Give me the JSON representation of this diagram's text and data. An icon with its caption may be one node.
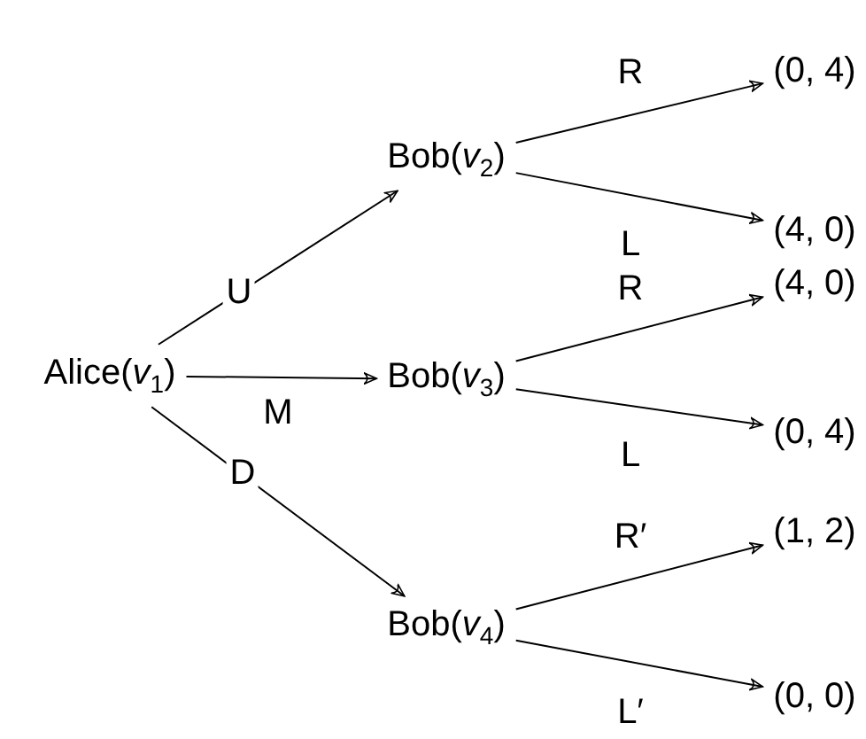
{
  "diagram": {
    "nodes": [
      {
        "text": [
          "Alice(*v*$_{1}$)"
        ]
      },
      {
        "text": [
          "Bob(*v*$_{2}$)"
        ]
      },
      {
        "text": [
          "Bob(*v*$_{3}$)"
        ]
      },
      {
        "text": [
          "Bob(*v*$_{4}$)"
        ]
      },
      {
        "text": [
          "(0, 4)"
        ]
      },
      {
        "text": [
          "(4, 0)"
        ]
      },
      {
        "text": [
          "(4, 0)"
        ]
      },
      {
        "text": [
          "(0, 4)"
        ]
      },
      {
        "text": [
          "(1, 2)"
        ]
      },
      {
        "text": [
          "(0, 0)"
        ]
      }
    ],
    "edges": [
      {
        "from": 0,
        "to": 1,
        "arrow": "to",
        "label": "U"
      },
      {
        "from": 0,
        "to": 2,
        "arrow": "to",
        "label": "M"
      },
      {
        "from": 0,
        "to": 3,
        "arrow": "to",
        "label": "D"
      },
      {
        "from": 1,
        "to": 4,
        "arrow": "to",
        "label": "R"
      },
      {
        "from": 1,
        "to": 5,
        "arrow": "to",
        "label": "L"
      },
      {
        "from": 2,
        "to": 6,
        "arrow": "to",
        "label": "R"
      },
      {
        "from": 2,
        "to": 7,
        "arrow": "to",
        "label": "L"
      },
      {
        "from": 3,
        "to": 8,
        "arrow": "to",
        "label": "R′"
      },
      {
        "from": 3,
        "to": 9,
        "arrow": "to",
        "label": "L′"
      }
    ]
  }
}
